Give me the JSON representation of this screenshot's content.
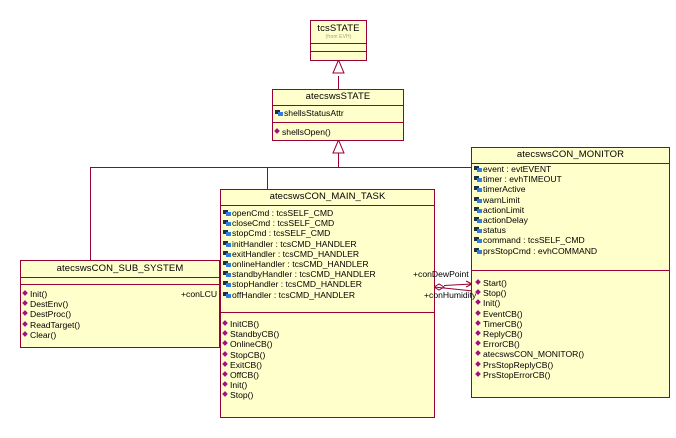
{
  "diagram": {
    "type": "UML class diagram",
    "colors": {
      "border": "#990033",
      "fill": "#ffffcc",
      "attr_icon": "#2f7fe0",
      "op_icon": "#a0107f"
    },
    "classes": {
      "tcs_state": {
        "name": "tcsSTATE",
        "note": "(from EVH)",
        "attributes": [],
        "operations": []
      },
      "atecsws_state": {
        "name": "atecswsSTATE",
        "attributes": [
          "shellsStatusAttr"
        ],
        "operations": [
          "shellsOpen()"
        ]
      },
      "main_task": {
        "name": "atecswsCON_MAIN_TASK",
        "attributes": [
          "openCmd : tcsSELF_CMD",
          "closeCmd : tcsSELF_CMD",
          "stopCmd : tcsSELF_CMD",
          "initHandler : tcsCMD_HANDLER",
          "exitHandler : tcsCMD_HANDLER",
          "onlineHandler : tcsCMD_HANDLER",
          "standbyHandler : tcsCMD_HANDLER",
          "stopHandler : tcsCMD_HANDLER",
          "offHandler : tcsCMD_HANDLER"
        ],
        "operations": [
          "InitCB()",
          "StandbyCB()",
          "OnlineCB()",
          "StopCB()",
          "ExitCB()",
          "OffCB()",
          "Init()",
          "Stop()"
        ]
      },
      "sub_system": {
        "name": "atecswsCON_SUB_SYSTEM",
        "attributes": [],
        "operations": [
          "Init()",
          "DestEnv()",
          "DestProc()",
          "ReadTarget()",
          "Clear()"
        ]
      },
      "monitor": {
        "name": "atecswsCON_MONITOR",
        "attributes": [
          "event : evtEVENT",
          "timer : evhTIMEOUT",
          "timerActive",
          "warnLimit",
          "actionLimit",
          "actionDelay",
          "status",
          "command : tcsSELF_CMD",
          "prsStopCmd : evhCOMMAND"
        ],
        "operations": [
          "Start()",
          "Stop()",
          "Init()",
          "EventCB()",
          "TimerCB()",
          "ReplyCB()",
          "ErrorCB()",
          "atecswsCON_MONITOR()",
          "PrsStopReplyCB()",
          "PrsStopErrorCB()"
        ]
      }
    },
    "associations": {
      "con_lcu": "+conLCU",
      "con_dew_point": "+conDewPoint",
      "con_humidity": "+conHumidity"
    }
  }
}
